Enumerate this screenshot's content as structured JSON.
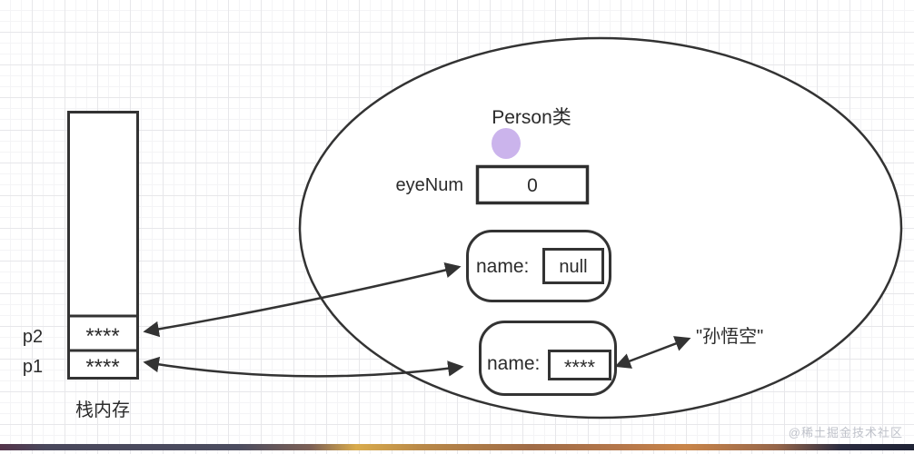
{
  "stack": {
    "label": "栈内存",
    "cells": [
      {
        "name": "p2",
        "value": "****"
      },
      {
        "name": "p1",
        "value": "****"
      }
    ]
  },
  "heap": {
    "class_label": "Person类",
    "static_field": {
      "name": "eyeNum",
      "value": "0"
    },
    "objects": [
      {
        "field": "name:",
        "value": "null"
      },
      {
        "field": "name:",
        "value": "****"
      }
    ],
    "string_literal": "\"孙悟空\""
  },
  "watermark": "@稀土掘金技术社区",
  "colors": {
    "stroke": "#333333",
    "field_name_red": "#ee3a32",
    "class_dot_purple": "#cbb4ec",
    "watermark_gray": "#bfc2ca"
  }
}
